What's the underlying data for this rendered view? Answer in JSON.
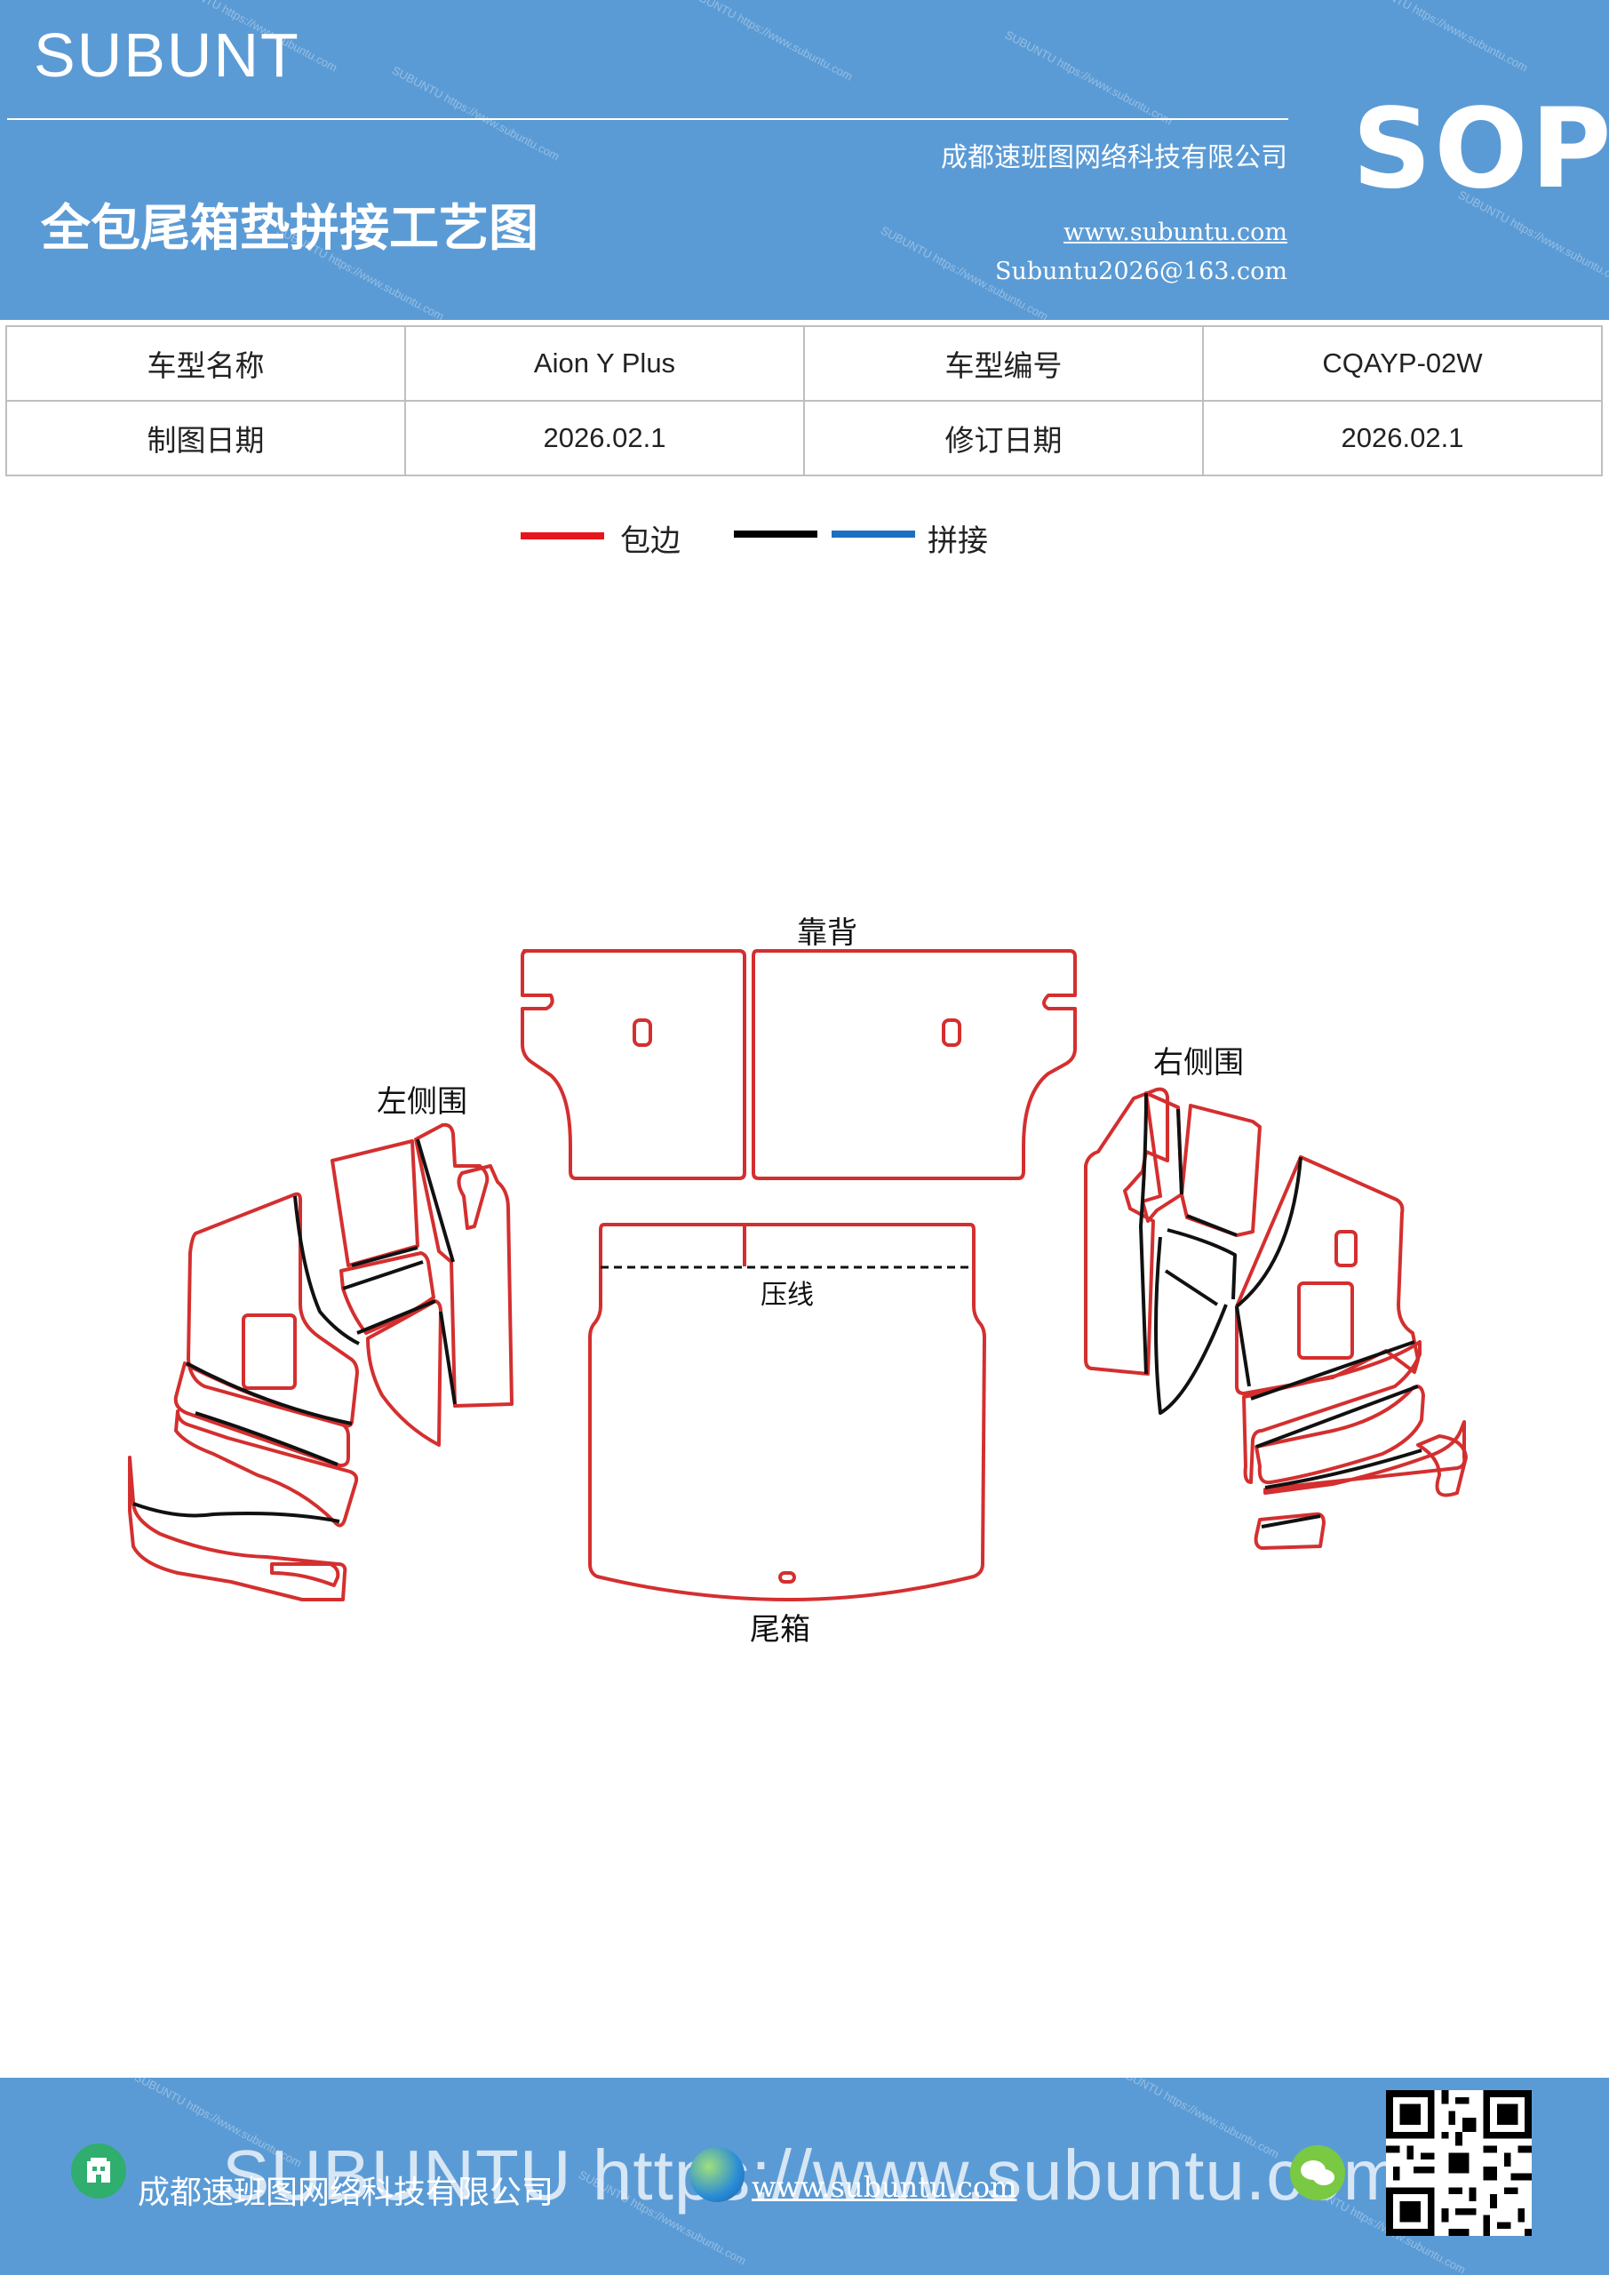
{
  "header": {
    "brand": "SUBUNT",
    "badge": "SOP",
    "company": "成都速班图网络科技有限公司",
    "title": "全包尾箱垫拼接工艺图",
    "website": "www.subuntu.com",
    "email": "Subuntu2026@163.com",
    "watermark_text": "SUBUNTU https://www.subuntu.com"
  },
  "info": {
    "row1": {
      "label1": "车型名称",
      "value1": "Aion  Y  Plus",
      "label2": "车型编号",
      "value2": "CQAYP-02W"
    },
    "row2": {
      "label1": "制图日期",
      "value1": "2026.02.1",
      "label2": "修订日期",
      "value2": "2026.02.1"
    }
  },
  "legend": {
    "edge_label": "包边",
    "splice_label": "拼接",
    "colors": {
      "edge": "#e8141b",
      "black": "#000000",
      "blue": "#1f6fc1"
    }
  },
  "diagram": {
    "labels": {
      "backrest": "靠背",
      "left_side": "左侧围",
      "right_side": "右侧围",
      "crease": "压线",
      "trunk": "尾箱"
    },
    "colors": {
      "edge": "#d42f2f",
      "seam": "#111111"
    }
  },
  "footer": {
    "company": "成都速班图网络科技有限公司",
    "website": "www.subuntu.com",
    "banner": "SUBUNTU https://www.subuntu.com",
    "icons": [
      "building-icon",
      "globe-icon",
      "wechat-icon",
      "qr-code"
    ]
  }
}
